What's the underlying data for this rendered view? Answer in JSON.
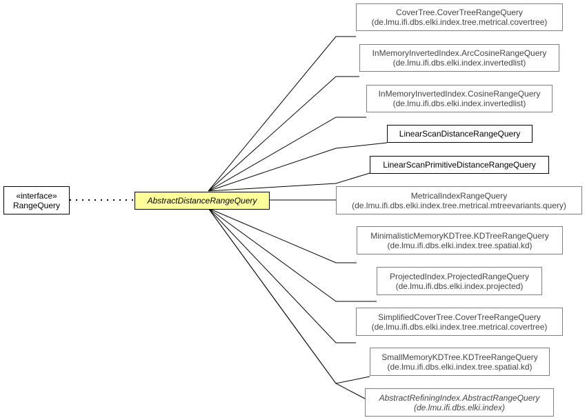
{
  "interface_node": {
    "stereotype": "«interface»",
    "name": "RangeQuery"
  },
  "focus_node": {
    "name": "AbstractDistanceRangeQuery"
  },
  "subclasses": [
    {
      "name": "CoverTree.CoverTreeRangeQuery",
      "package": "(de.lmu.ifi.dbs.elki.index.tree.metrical.covertree)"
    },
    {
      "name": "InMemoryInvertedIndex.ArcCosineRangeQuery",
      "package": "(de.lmu.ifi.dbs.elki.index.invertedlist)"
    },
    {
      "name": "InMemoryInvertedIndex.CosineRangeQuery",
      "package": "(de.lmu.ifi.dbs.elki.index.invertedlist)"
    },
    {
      "name": "LinearScanDistanceRangeQuery"
    },
    {
      "name": "LinearScanPrimitiveDistanceRangeQuery"
    },
    {
      "name": "MetricalIndexRangeQuery",
      "package": "(de.lmu.ifi.dbs.elki.index.tree.metrical.mtreevariants.query)"
    },
    {
      "name": "MinimalisticMemoryKDTree.KDTreeRangeQuery",
      "package": "(de.lmu.ifi.dbs.elki.index.tree.spatial.kd)"
    },
    {
      "name": "ProjectedIndex.ProjectedRangeQuery",
      "package": "(de.lmu.ifi.dbs.elki.index.projected)"
    },
    {
      "name": "SimplifiedCoverTree.CoverTreeRangeQuery",
      "package": "(de.lmu.ifi.dbs.elki.index.tree.metrical.covertree)"
    },
    {
      "name": "SmallMemoryKDTree.KDTreeRangeQuery",
      "package": "(de.lmu.ifi.dbs.elki.index.tree.spatial.kd)"
    },
    {
      "name": "AbstractRefiningIndex.AbstractRangeQuery",
      "package": "(de.lmu.ifi.dbs.elki.index)"
    }
  ]
}
